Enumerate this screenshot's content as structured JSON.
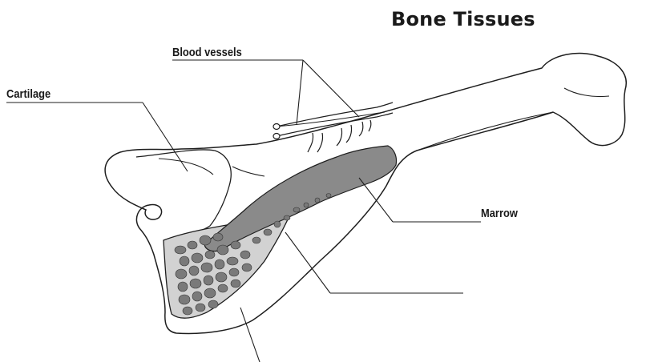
{
  "title": "Bone Tissues",
  "labels": {
    "blood_vessels": "Blood vessels",
    "cartilage": "Cartilage",
    "marrow": "Marrow"
  },
  "colors": {
    "outline": "#1e1e1e",
    "marrow_fill": "#8a8a8a",
    "spongy_area": "#d2d2d2",
    "spongy_spots": "#7a7a7a",
    "background": "#ffffff"
  }
}
